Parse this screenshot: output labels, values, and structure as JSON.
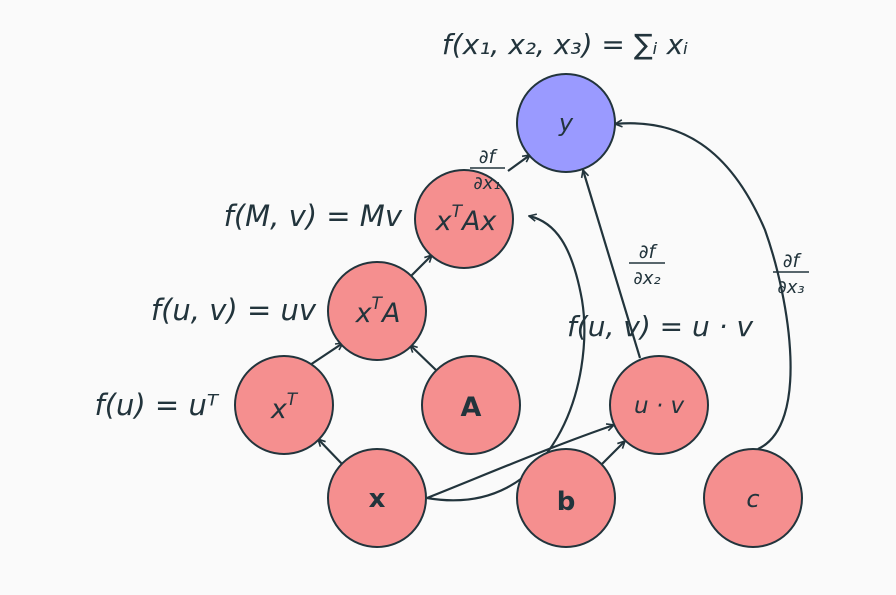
{
  "nodes": {
    "y": "y",
    "xtax": "x",
    "xta": "x",
    "xt": "x",
    "a": "A",
    "x": "x",
    "b": "b",
    "uv": "u · v",
    "c": "c"
  },
  "labels": {
    "sum": "f(x₁, x₂, x₃) = ∑ᵢ xᵢ",
    "mv": "f(M, v) = Mv",
    "uv_left": "f(u, v) = uv",
    "transpose": "f(u) = uᵀ",
    "dot": "f(u, v) = u · v"
  },
  "partials": {
    "num": "∂f",
    "d1": "∂x₁",
    "d2": "∂x₂",
    "d3": "∂x₃"
  },
  "colors": {
    "node_fill": "#f58f8f",
    "output_fill": "#9a9aff",
    "stroke": "#22343c",
    "background": "#fafafa"
  }
}
